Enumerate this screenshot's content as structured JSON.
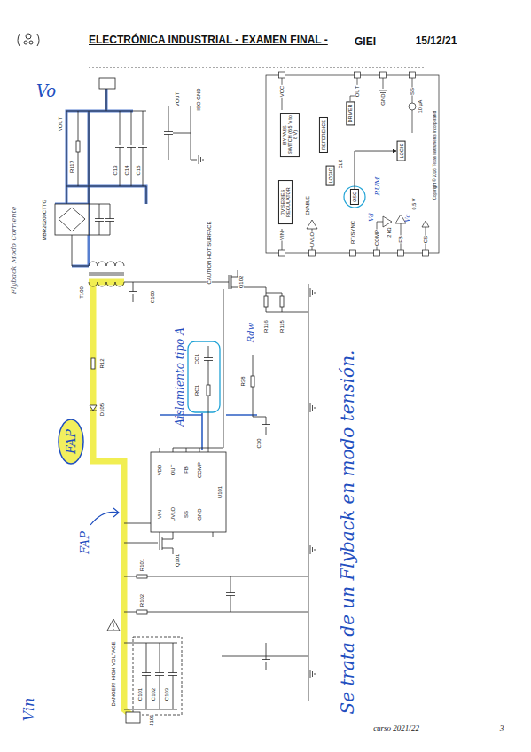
{
  "diagram": {
    "title": "ELECTRÓNICA INDUSTRIAL - EXAMEN FINAL -",
    "nodes": [
      {
        "text": [
          "FAP"
        ]
      },
      {
        "text": [
          "DRIVER"
        ]
      },
      {
        "text": [
          "REFERENCE"
        ]
      },
      {
        "text": [
          "BYPASS SWITCH (6.5 V to 8 V)"
        ]
      },
      {
        "text": [
          "LOGIC"
        ]
      },
      {
        "text": [
          "7V SERIES REGULATOR"
        ]
      },
      {
        "text": [
          "OSC"
        ]
      },
      {
        "text": [
          "LOGIC"
        ]
      }
    ],
    "edges": [
      {
        "from": 6,
        "to": 7,
        "arrow": "to"
      }
    ],
    "labels": [
      "GIEI",
      "15/12/21",
      "curso 2021/22",
      "3",
      "Vo",
      "Vin",
      "FAP",
      "Flyback Modo Corriente",
      "Aislamiento tipo A",
      "Se trata de un Flyback en modo tensión.",
      "RUM",
      "Rdw",
      "Vd",
      "Vc",
      "VOUT",
      "R117",
      "C13",
      "C14",
      "C15",
      "VOUT",
      "ISO GND",
      "MBR20200CTTG",
      "T100",
      "C100",
      "Q102",
      "CAUTION HOT SURFACE",
      "R116",
      "R115",
      "R12",
      "D105",
      "CC1",
      "RC1",
      "R38",
      "C30",
      "U101",
      "VDD",
      "OUT",
      "FB",
      "COMP",
      "GND",
      "VIN",
      "UVLO",
      "SS",
      "Q101",
      "R101",
      "R102",
      "C101",
      "C102",
      "C103",
      "DANGER! HIGH VOLTAGE",
      "J101",
      "VCC",
      "OUT",
      "GND",
      "SS",
      "VIN",
      "UVLO",
      "RT/SYNC",
      "COMP",
      "FB",
      "CS",
      "CLK",
      "ENABLE",
      "10 µA",
      "0.5 V",
      "2 kΩ",
      "Copyright © 2016, Texas Instruments Incorporated"
    ]
  }
}
